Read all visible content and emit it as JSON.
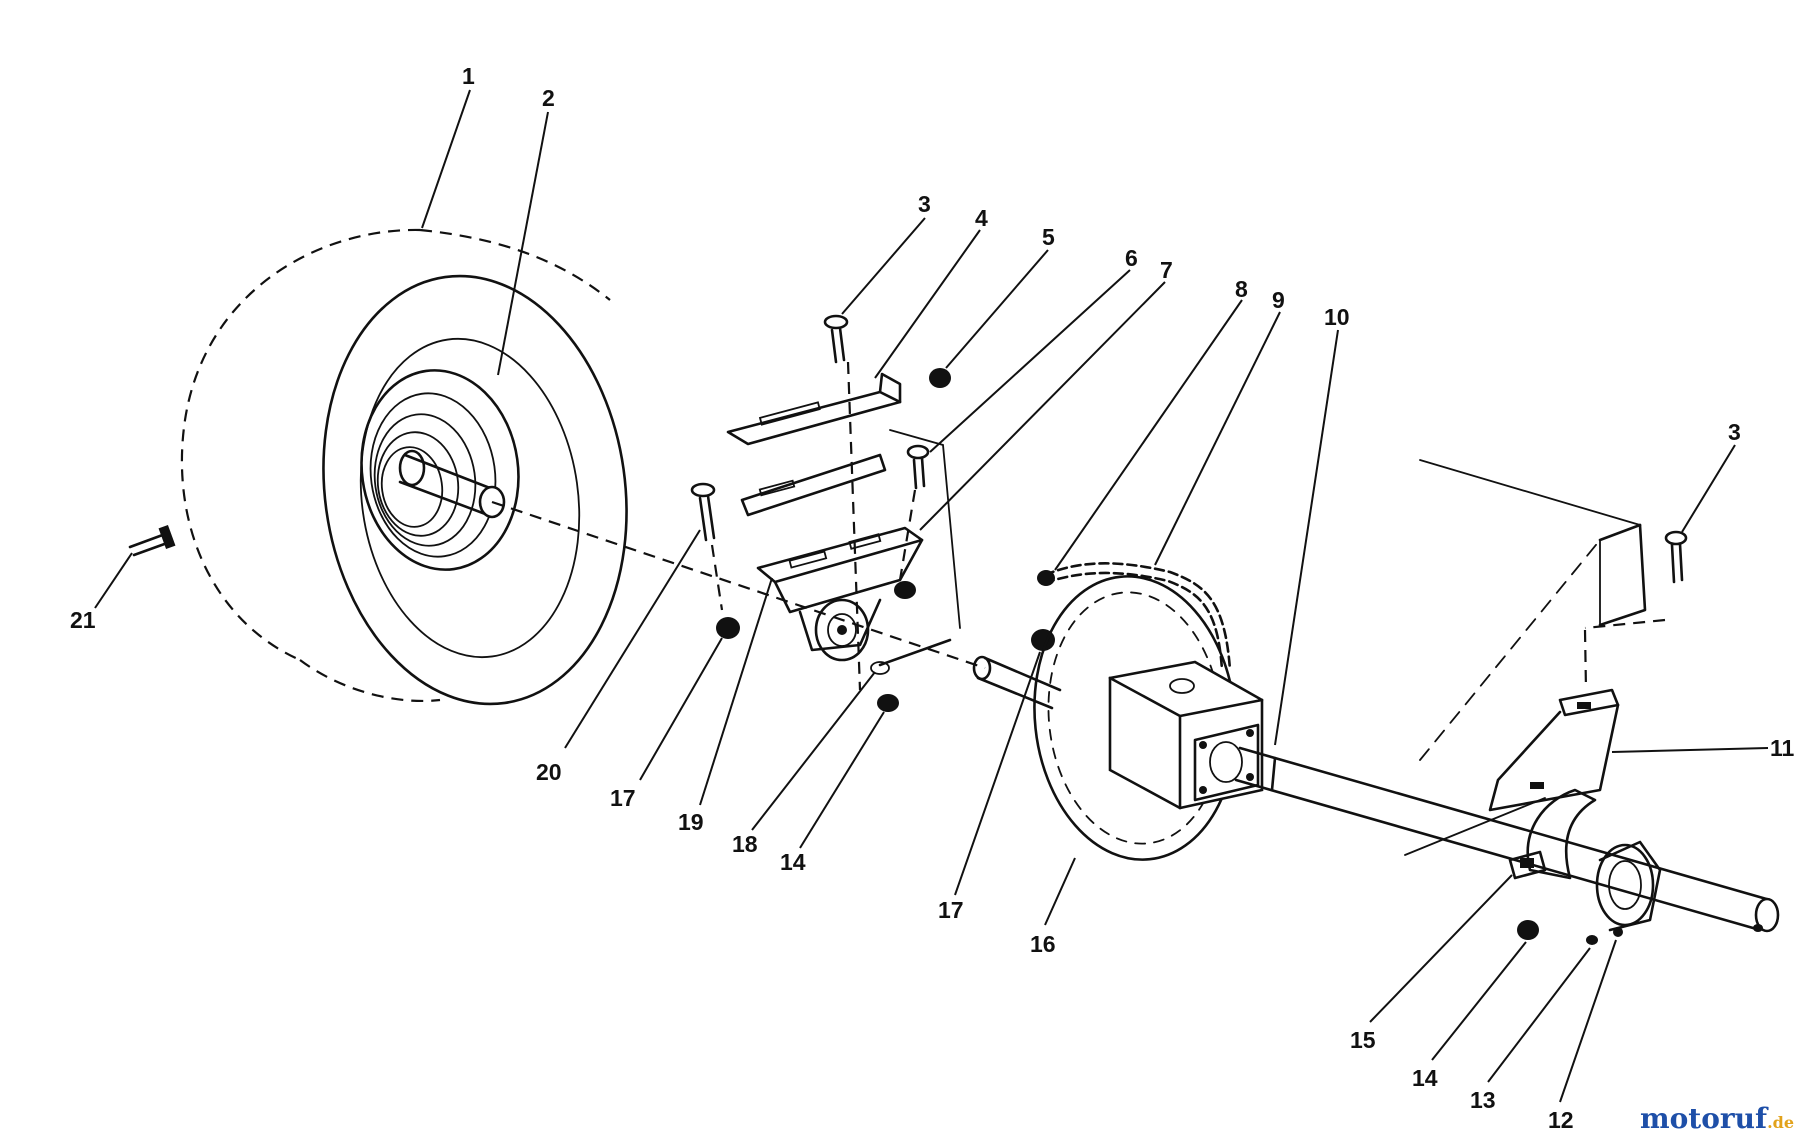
{
  "callouts": [
    {
      "n": "1"
    },
    {
      "n": "2"
    },
    {
      "n": "3"
    },
    {
      "n": "4"
    },
    {
      "n": "5"
    },
    {
      "n": "6"
    },
    {
      "n": "7"
    },
    {
      "n": "8"
    },
    {
      "n": "9"
    },
    {
      "n": "10"
    },
    {
      "n": "3"
    },
    {
      "n": "11"
    },
    {
      "n": "21"
    },
    {
      "n": "20"
    },
    {
      "n": "17"
    },
    {
      "n": "19"
    },
    {
      "n": "18"
    },
    {
      "n": "14"
    },
    {
      "n": "17"
    },
    {
      "n": "16"
    },
    {
      "n": "15"
    },
    {
      "n": "14"
    },
    {
      "n": "13"
    },
    {
      "n": "12"
    }
  ],
  "watermark": {
    "part1": "motoruf",
    "part2": ".de",
    "color1": "#1e4fa8",
    "color2": "#e2a21b"
  }
}
